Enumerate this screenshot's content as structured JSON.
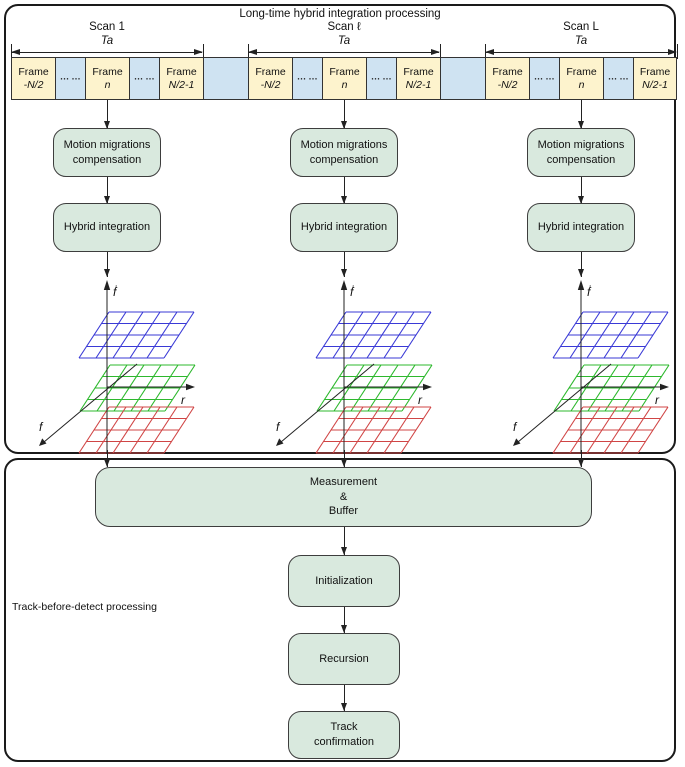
{
  "colors": {
    "box_fill": "#d9e9de",
    "box_border": "#3d3d3d",
    "frame_fill": "#fdf3cd",
    "strip_fill": "#cfe3f2",
    "grid_blue": "#3a3ad6",
    "grid_green": "#2eb82e",
    "grid_red": "#d04545"
  },
  "top_section": {
    "title": "Long-time hybrid integration processing",
    "scans": [
      {
        "label": "Scan 1",
        "duration": "Ta"
      },
      {
        "label": "Scan ℓ",
        "duration": "Ta"
      },
      {
        "label": "Scan L",
        "duration": "Ta"
      }
    ],
    "frame_word": "Frame",
    "frame_indices": [
      "-N/2",
      "n",
      "N/2-1"
    ],
    "dots": "··· ···",
    "boxes": {
      "motion": "Motion migrations\ncompensation",
      "hybrid": "Hybrid integration"
    },
    "axes": {
      "vertical": "ḟ",
      "horizontal": "r",
      "diagonal": "f"
    }
  },
  "bottom_section": {
    "label": "Track-before-detect processing",
    "boxes": {
      "measurement": "Measurement\n&\nBuffer",
      "initialization": "Initialization",
      "recursion": "Recursion",
      "track_confirmation": "Track\nconfirmation"
    }
  }
}
